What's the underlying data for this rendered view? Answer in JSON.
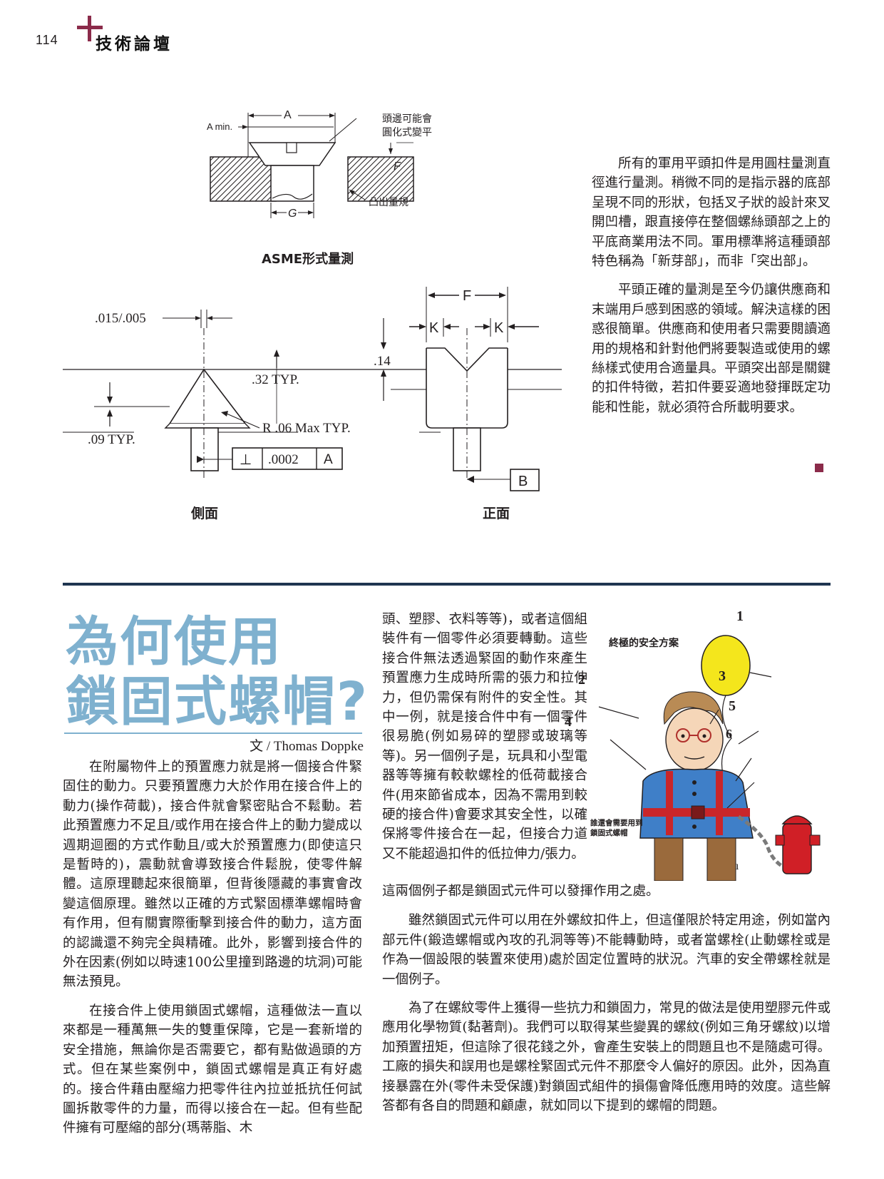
{
  "header": {
    "page_number": "114",
    "section": "技術論壇"
  },
  "figures": {
    "asme": {
      "caption": "ASME形式量測",
      "labels": {
        "a": "A",
        "a_min": "A min.",
        "head_edge": "頭邊可能會",
        "head_edge2": "圓化式變平",
        "f": "F",
        "protrusion": "凸出量規",
        "g": "G"
      }
    },
    "military": {
      "side_caption": "側面",
      "front_caption": "正面",
      "labels": {
        "tol": ".015/.005",
        "typ32": ".32 TYP.",
        "typ09": ".09 TYP.",
        "radius": "R .06 Max TYP.",
        "perp": "⊥",
        "perp_val": ".0002",
        "datum_a": "A",
        "datum_b": "B",
        "f": "F",
        "k": "K",
        "d14": ".14"
      }
    },
    "safety": {
      "title": "終極的安全方案",
      "note_line1": "誰還會需要用到",
      "note_line2": "鎖固式螺帽",
      "numbers": [
        "1",
        "2",
        "3",
        "4",
        "5",
        "6"
      ]
    }
  },
  "sidebar": {
    "paragraphs": [
      "所有的軍用平頭扣件是用圓柱量測直徑進行量測。稍微不同的是指示器的底部呈現不同的形狀，包括叉子狀的設計來叉開凹槽，跟直接停在整個螺絲頭部之上的平底商業用法不同。軍用標準將這種頭部特色稱為「新芽部」，而非「突出部」。",
      "平頭正確的量測是至今仍讓供應商和末端用戶感到困惑的領域。解決這樣的困惑很簡單。供應商和使用者只需要閱讀適用的規格和針對他們將要製造或使用的螺絲樣式使用合適量具。平頭突出部是關鍵的扣件特徵，若扣件要妥適地發揮既定功能和性能，就必須符合所載明要求。"
    ]
  },
  "article": {
    "title_line1": "為何使用",
    "title_line2": "鎖固式螺帽?",
    "byline": "文 / Thomas Doppke",
    "col1": [
      "在附屬物件上的預置應力就是將一個接合件緊固住的動力。只要預置應力大於作用在接合件上的動力(操作荷載)，接合件就會緊密貼合不鬆動。若此預置應力不足且/或作用在接合件上的動力變成以週期迴圈的方式作動且/或大於預置應力(即使這只是暫時的)，震動就會導致接合件鬆脫，使零件解體。這原理聽起來很簡單，但背後隱藏的事實會改變這個原理。雖然以正確的方式緊固標準螺帽時會有作用，但有關實際衝擊到接合件的動力，這方面的認識還不夠完全與精確。此外，影響到接合件的外在因素(例如以時速100公里撞到路邊的坑洞)可能無法預見。",
      "在接合件上使用鎖固式螺帽，這種做法一直以來都是一種萬無一失的雙重保障，它是一套新增的安全措施，無論你是否需要它，都有點做過頭的方式。但在某些案例中，鎖固式螺帽是真正有好處的。接合件藉由壓縮力把零件往內拉並抵抗任何試圖拆散零件的力量，而得以接合在一起。但有些配件擁有可壓縮的部分(瑪蒂脂、木"
    ],
    "col2_top": "頭、塑膠、衣料等等)，或者這個組裝件有一個零件必須要轉動。這些接合件無法透過緊固的動作來產生預置應力生成時所需的張力和拉伸力，但仍需保有附件的安全性。其中一例，就是接合件中有一個零件很易脆(例如易碎的塑膠或玻璃等等)。另一個例子是，玩具和小型電器等等擁有較軟螺栓的低荷載接合件(用來節省成本，因為不需用到較硬的接合件)會要求其安全性，以確保將零件接合在一起，但接合力道又不能超過扣件的低拉伸力/張力。",
    "col2_end": "這兩個例子都是鎖固式元件可以發揮作用之處。",
    "col2_rest": [
      "雖然鎖固式元件可以用在外螺紋扣件上，但這僅限於特定用途，例如當內部元件(鍛造螺帽或內攻的孔洞等等)不能轉動時，或者當螺栓(止動螺栓或是作為一個設限的裝置來使用)處於固定位置時的狀況。汽車的安全帶螺栓就是一個例子。",
      "為了在螺紋零件上獲得一些抗力和鎖固力，常見的做法是使用塑膠元件或應用化學物質(黏著劑)。我們可以取得某些變異的螺紋(例如三角牙螺紋)以增加預置扭矩，但這除了很花錢之外，會產生安裝上的問題且也不是隨處可得。工廠的損失和誤用也是螺栓緊固式元件不那麼令人偏好的原因。此外，因為直接暴露在外(零件未受保護)對鎖固式組件的損傷會降低應用時的效度。這些解答都有各自的問題和顧慮，就如同以下提到的螺帽的問題。"
    ]
  },
  "colors": {
    "title_blue": "#7fb1cf",
    "accent": "#8b2b4a",
    "rule": "#1f3550"
  }
}
